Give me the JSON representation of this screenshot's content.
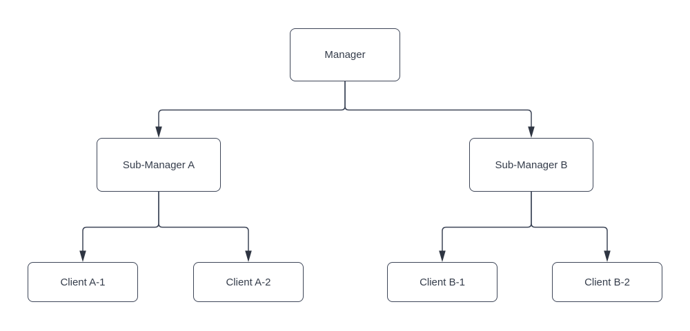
{
  "diagram": {
    "type": "org-chart",
    "nodes": [
      {
        "id": "manager",
        "label": "Manager"
      },
      {
        "id": "sub-manager-a",
        "label": "Sub-Manager A"
      },
      {
        "id": "sub-manager-b",
        "label": "Sub-Manager B"
      },
      {
        "id": "client-a-1",
        "label": "Client A-1"
      },
      {
        "id": "client-a-2",
        "label": "Client A-2"
      },
      {
        "id": "client-b-1",
        "label": "Client B-1"
      },
      {
        "id": "client-b-2",
        "label": "Client B-2"
      }
    ],
    "edges": [
      {
        "from": "Manager",
        "to": "Sub-Manager A"
      },
      {
        "from": "Manager",
        "to": "Sub-Manager B"
      },
      {
        "from": "Sub-Manager A",
        "to": "Client A-1"
      },
      {
        "from": "Sub-Manager A",
        "to": "Client A-2"
      },
      {
        "from": "Sub-Manager B",
        "to": "Client B-1"
      },
      {
        "from": "Sub-Manager B",
        "to": "Client B-2"
      }
    ],
    "colors": {
      "background": "#ffffff",
      "node_fill": "#ffffff",
      "node_border": "#3d4557",
      "connector": "#3d4557",
      "arrowhead": "#2e3542",
      "text": "#343c4a"
    }
  }
}
